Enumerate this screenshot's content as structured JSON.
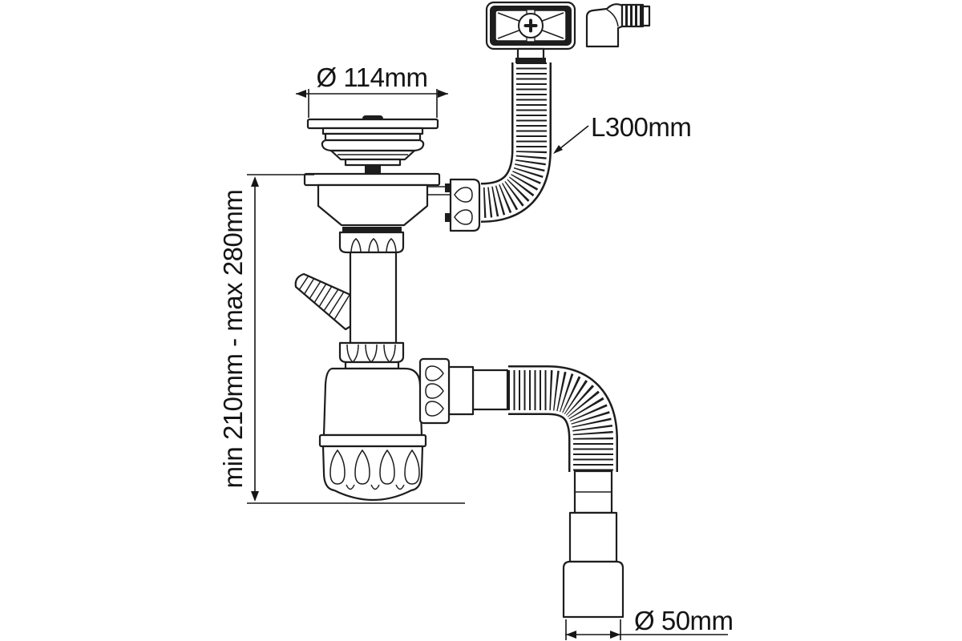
{
  "labels": {
    "strainer_diameter": "Ø 114mm",
    "overflow_hose_length": "L300mm",
    "height_range": "min 210mm - max 280mm",
    "outlet_diameter": "Ø 50mm"
  },
  "colors": {
    "line": "#1d1d1d",
    "text": "#141414",
    "background": "#ffffff"
  }
}
